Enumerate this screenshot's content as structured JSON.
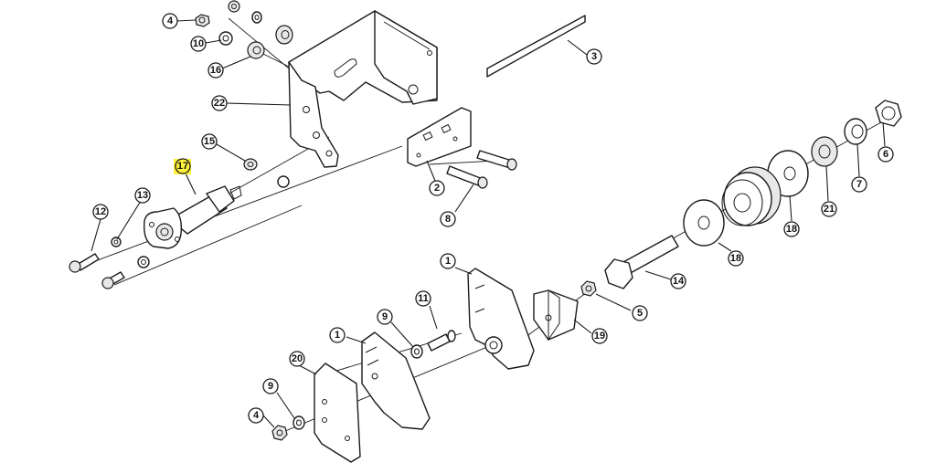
{
  "diagram": {
    "highlight_color": "#fff23a",
    "callouts": [
      {
        "id": "c4a",
        "label": "4"
      },
      {
        "id": "c10",
        "label": "10"
      },
      {
        "id": "c16",
        "label": "16"
      },
      {
        "id": "c22",
        "label": "22"
      },
      {
        "id": "c15",
        "label": "15"
      },
      {
        "id": "c17",
        "label": "17",
        "highlighted": true
      },
      {
        "id": "c13",
        "label": "13"
      },
      {
        "id": "c12",
        "label": "12"
      },
      {
        "id": "c3",
        "label": "3"
      },
      {
        "id": "c2",
        "label": "2"
      },
      {
        "id": "c8",
        "label": "8"
      },
      {
        "id": "c6",
        "label": "6"
      },
      {
        "id": "c7",
        "label": "7"
      },
      {
        "id": "c21",
        "label": "21"
      },
      {
        "id": "c18a",
        "label": "18"
      },
      {
        "id": "c18b",
        "label": "18"
      },
      {
        "id": "c14",
        "label": "14"
      },
      {
        "id": "c5",
        "label": "5"
      },
      {
        "id": "c1a",
        "label": "1"
      },
      {
        "id": "c19",
        "label": "19"
      },
      {
        "id": "c11",
        "label": "11"
      },
      {
        "id": "c9a",
        "label": "9"
      },
      {
        "id": "c1b",
        "label": "1"
      },
      {
        "id": "c20",
        "label": "20"
      },
      {
        "id": "c9b",
        "label": "9"
      },
      {
        "id": "c4b",
        "label": "4"
      }
    ]
  }
}
